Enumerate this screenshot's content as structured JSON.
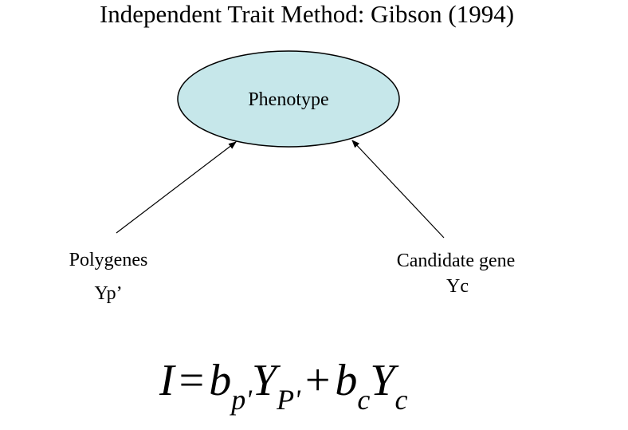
{
  "title": "Independent Trait Method: Gibson (1994)",
  "colors": {
    "ellipse_fill": "#C6E7EA",
    "ellipse_stroke": "#000000",
    "arrow": "#000000",
    "text": "#000000",
    "background": "#FFFFFF"
  },
  "nodes": {
    "phenotype": "Phenotype",
    "polygenes": "Polygenes",
    "polygenes_var": "Yp’",
    "candidate": "Candidate gene",
    "candidate_var": "Yc"
  },
  "equation": {
    "lhs": "I",
    "equals": "=",
    "coef1": "b",
    "coef1_sub": "p'",
    "var1": "Y",
    "var1_sub": "P'",
    "plus": "+",
    "coef2": "b",
    "coef2_sub": "c",
    "var2": "Y",
    "var2_sub": "c"
  }
}
